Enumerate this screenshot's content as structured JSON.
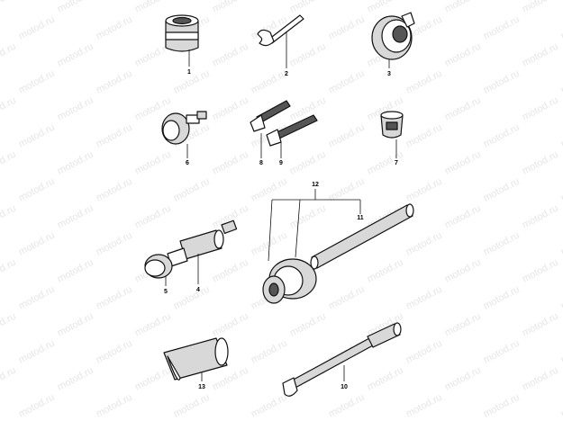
{
  "watermark": "motod.ru",
  "callouts": {
    "c1": "1",
    "c2": "2",
    "c3": "3",
    "c4": "4",
    "c5": "5",
    "c6": "6",
    "c7": "7",
    "c8": "8",
    "c9": "9",
    "c10": "10",
    "c11": "11",
    "c12": "12",
    "c13": "13"
  }
}
